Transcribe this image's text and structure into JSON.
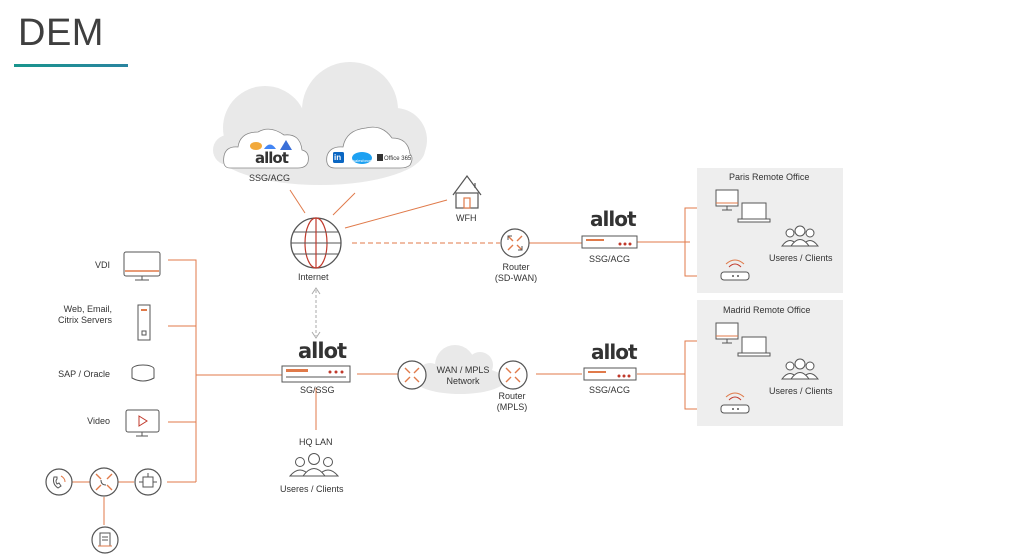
{
  "slide": {
    "title": "DEM"
  },
  "cloud": {
    "ssg_label": "SSG/ACG",
    "left_logo": "allot",
    "right_apps": {
      "linkedin": "in",
      "salesforce": "salesforce",
      "office": "Office 365"
    }
  },
  "wfh": {
    "label": "WFH"
  },
  "internet": {
    "label": "Internet"
  },
  "sd_wan_router": {
    "label_line1": "Router",
    "label_line2": "(SD-WAN)"
  },
  "sd_wan_gateway": {
    "logo": "allot",
    "label": "SSG/ACG"
  },
  "paris": {
    "title": "Paris Remote Office",
    "users_label": "Useres / Clients"
  },
  "madrid": {
    "title": "Madrid Remote Office",
    "users_label": "Useres / Clients"
  },
  "hq_gateway": {
    "logo": "allot",
    "label": "SG/SSG"
  },
  "wan": {
    "label_line1": "WAN / MPLS",
    "label_line2": "Network"
  },
  "mpls_router": {
    "label_line1": "Router",
    "label_line2": "(MPLS)"
  },
  "mpls_gateway": {
    "logo": "allot",
    "label": "SSG/ACG"
  },
  "hq_lan": {
    "title": "HQ LAN",
    "users_label": "Useres / Clients"
  },
  "servers": {
    "vdi": "VDI",
    "web_line1": "Web, Email,",
    "web_line2": "Citrix Servers",
    "sap": "SAP / Oracle",
    "video": "Video"
  },
  "colors": {
    "accent": "#e8703a",
    "line": "#e07a4a",
    "teal": "#19958d",
    "panel": "#eeeeee",
    "cloud": "#e9e9e9"
  }
}
